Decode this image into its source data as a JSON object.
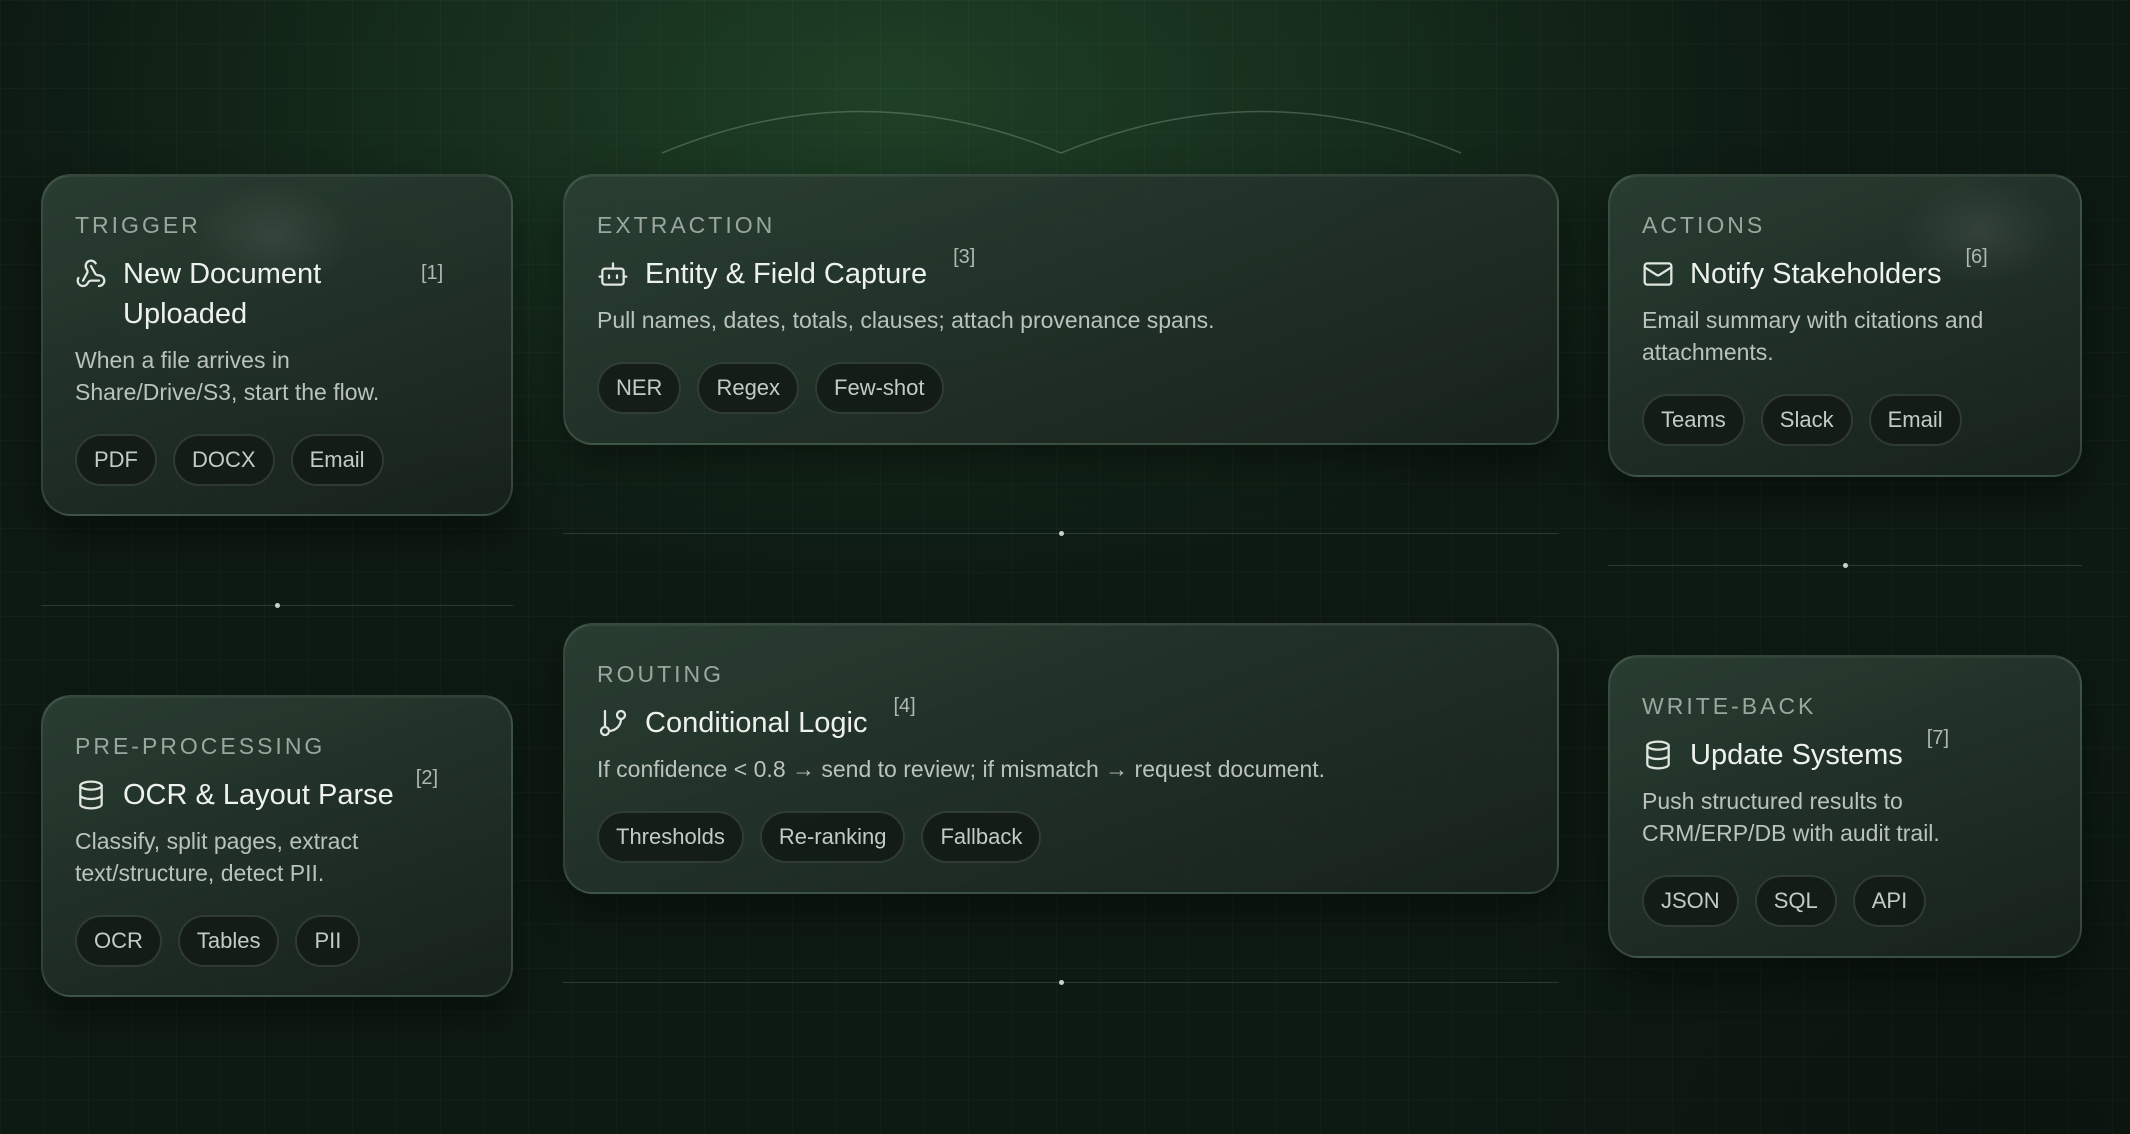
{
  "nodes": {
    "trigger": {
      "category": "TRIGGER",
      "icon": "webhook-icon",
      "title": "New Document Uploaded",
      "ref": "[1]",
      "description": "When a file arrives in Share/Drive/S3, start the flow.",
      "tags": [
        "PDF",
        "DOCX",
        "Email"
      ]
    },
    "preprocessing": {
      "category": "PRE-PROCESSING",
      "icon": "database-icon",
      "title": "OCR & Layout Parse",
      "ref": "[2]",
      "description": "Classify, split pages, extract text/structure, detect PII.",
      "tags": [
        "OCR",
        "Tables",
        "PII"
      ]
    },
    "extraction": {
      "category": "EXTRACTION",
      "icon": "bot-icon",
      "title": "Entity & Field Capture",
      "ref": "[3]",
      "description": "Pull names, dates, totals, clauses; attach provenance spans.",
      "tags": [
        "NER",
        "Regex",
        "Few-shot"
      ]
    },
    "routing": {
      "category": "ROUTING",
      "icon": "git-branch-icon",
      "title": "Conditional Logic",
      "ref": "[4]",
      "description": "If confidence < 0.8 → send to review; if mismatch → request document.",
      "tags": [
        "Thresholds",
        "Re-ranking",
        "Fallback"
      ]
    },
    "actions": {
      "category": "ACTIONS",
      "icon": "mail-icon",
      "title": "Notify Stakeholders",
      "ref": "[6]",
      "description": "Email summary with citations and attachments.",
      "tags": [
        "Teams",
        "Slack",
        "Email"
      ]
    },
    "writeback": {
      "category": "WRITE-BACK",
      "icon": "database-icon",
      "title": "Update Systems",
      "ref": "[7]",
      "description": "Push structured results to CRM/ERP/DB with audit trail.",
      "tags": [
        "JSON",
        "SQL",
        "API"
      ]
    }
  }
}
